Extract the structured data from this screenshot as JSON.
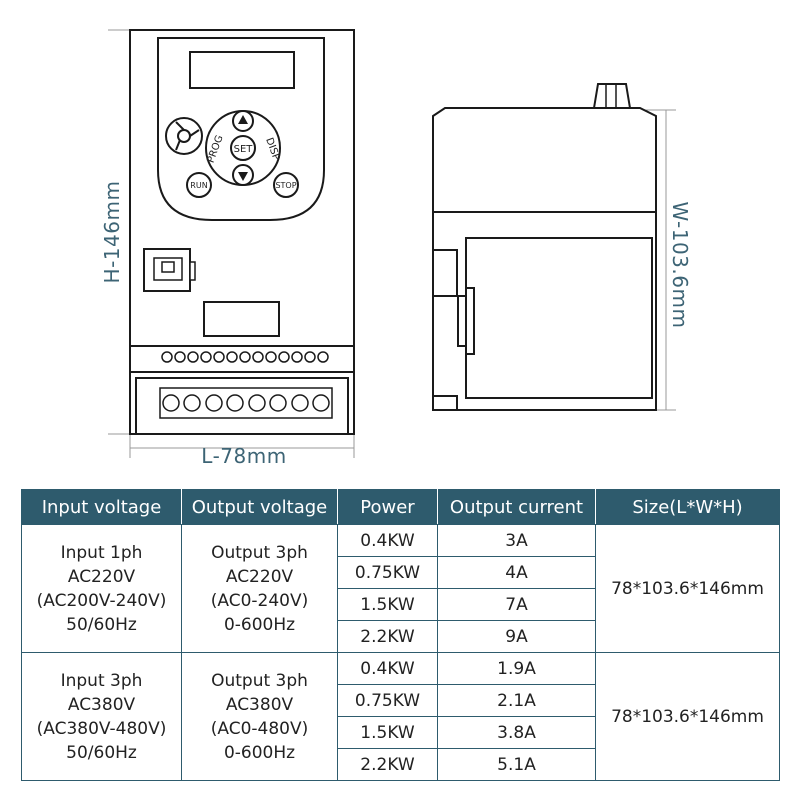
{
  "drawing": {
    "front_view": {
      "keypad": {
        "prog": "PROG",
        "set": "SET",
        "disp": "DISP",
        "run": "RUN",
        "stop": "STOP"
      }
    },
    "dimensions": {
      "height": "H-146mm",
      "width": "W-103.6mm",
      "length": "L-78mm"
    }
  },
  "spec_table": {
    "headers": [
      "Input voltage",
      "Output voltage",
      "Power",
      "Output current",
      "Size(L*W*H)"
    ],
    "groups": [
      {
        "input": [
          "Input 1ph",
          "AC220V",
          "(AC200V-240V)",
          "50/60Hz"
        ],
        "output": [
          "Output 3ph",
          "AC220V",
          "(AC0-240V)",
          "0-600Hz"
        ],
        "rows": [
          {
            "power": "0.4KW",
            "current": "3A"
          },
          {
            "power": "0.75KW",
            "current": "4A"
          },
          {
            "power": "1.5KW",
            "current": "7A"
          },
          {
            "power": "2.2KW",
            "current": "9A"
          }
        ],
        "size": "78*103.6*146mm"
      },
      {
        "input": [
          "Input 3ph",
          "AC380V",
          "(AC380V-480V)",
          "50/60Hz"
        ],
        "output": [
          "Output 3ph",
          "AC380V",
          "(AC0-480V)",
          "0-600Hz"
        ],
        "rows": [
          {
            "power": "0.4KW",
            "current": "1.9A"
          },
          {
            "power": "0.75KW",
            "current": "2.1A"
          },
          {
            "power": "1.5KW",
            "current": "3.8A"
          },
          {
            "power": "2.2KW",
            "current": "5.1A"
          }
        ],
        "size": "78*103.6*146mm"
      }
    ]
  }
}
